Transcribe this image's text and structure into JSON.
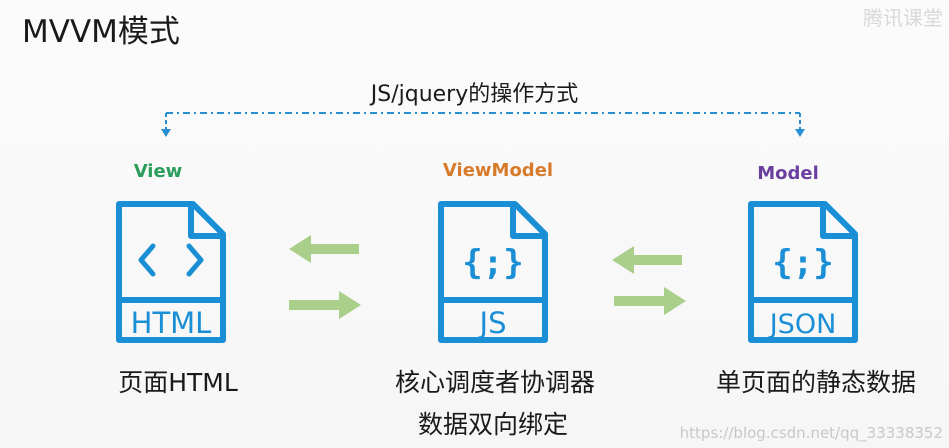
{
  "title": "MVVM模式",
  "watermark_logo": "腾讯课堂",
  "top_label": "JS/jquery的操作方式",
  "columns": {
    "view": {
      "label": "View",
      "file_type": "HTML",
      "caption": "页面HTML",
      "color": "#2a9d5a"
    },
    "viewmodel": {
      "label": "ViewModel",
      "file_type": "JS",
      "caption": "核心调度者协调器",
      "color": "#d77b2b"
    },
    "model": {
      "label": "Model",
      "file_type": "JSON",
      "caption": "单页面的静态数据",
      "color": "#6a3fa0"
    }
  },
  "binding_caption": "数据双向绑定",
  "watermark_url": "https://blog.csdn.net/qq_33338352",
  "colors": {
    "icon_blue": "#1b8fd6",
    "arrow_green": "#a9cf8a",
    "dash_line": "#2a8fd0"
  },
  "icons": {
    "html_doc": "html-file-icon",
    "js_doc": "js-file-icon",
    "json_doc": "json-file-icon"
  }
}
